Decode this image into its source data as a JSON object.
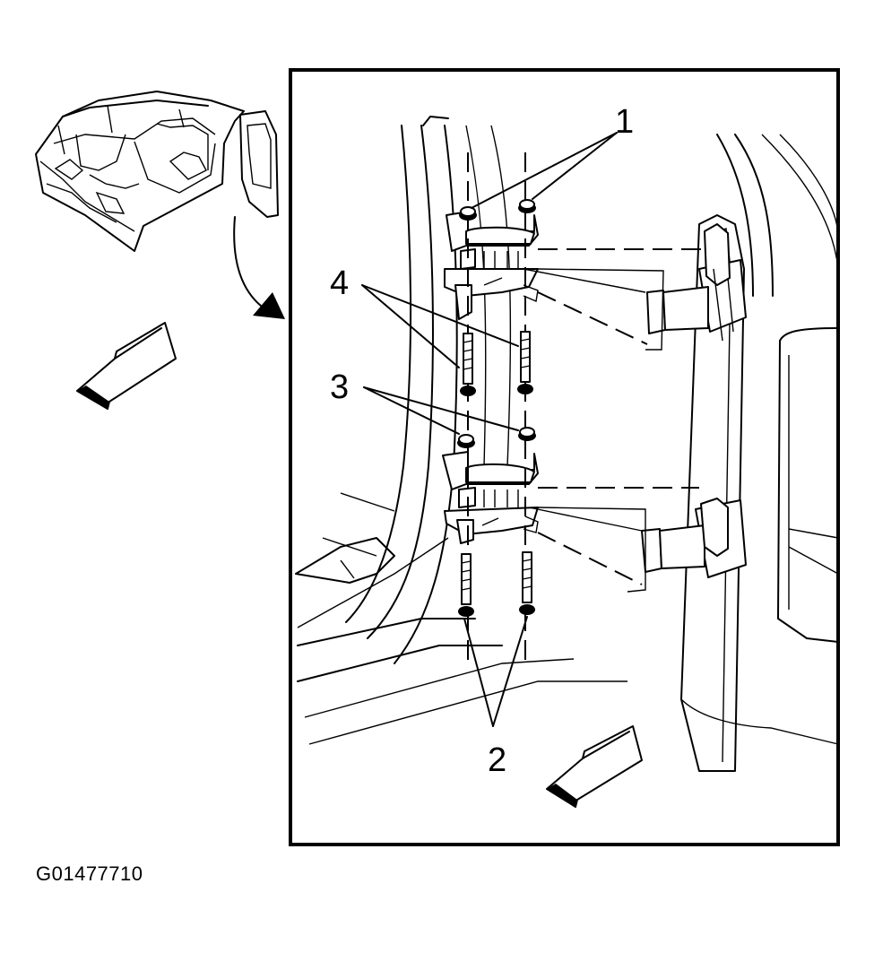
{
  "figure": {
    "id_label": "G01477710",
    "callouts": {
      "c1": "1",
      "c2": "2",
      "c3": "3",
      "c4": "4"
    }
  }
}
